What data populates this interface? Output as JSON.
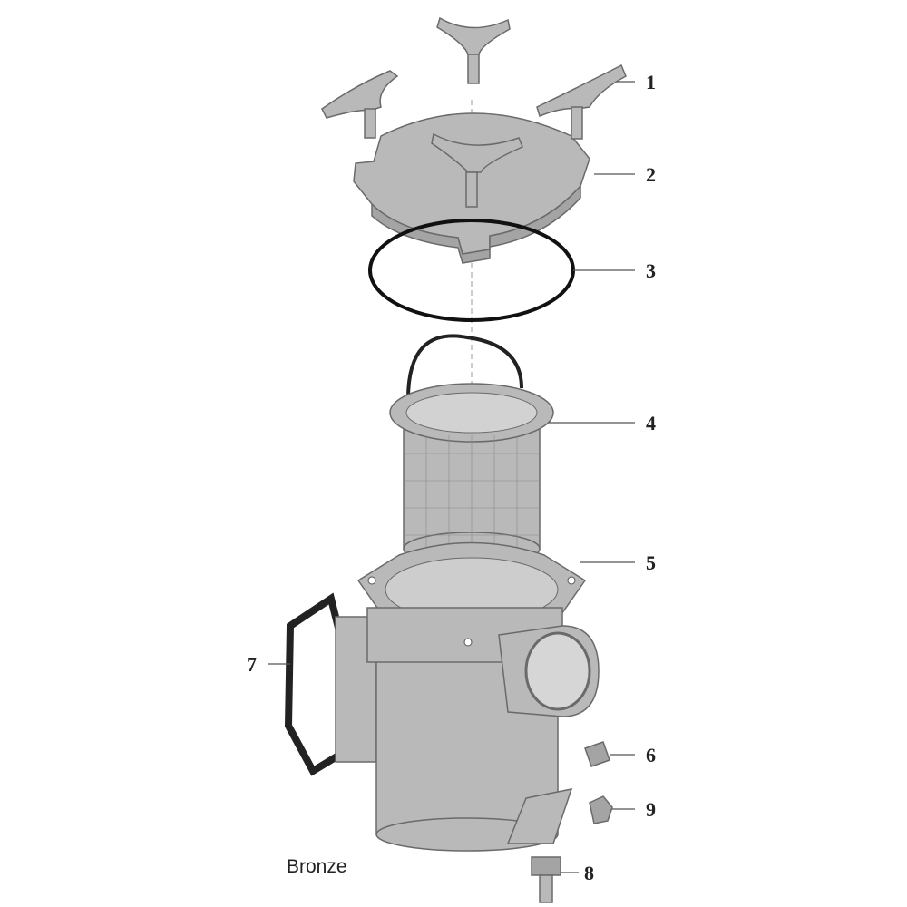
{
  "diagram": {
    "caption": "Bronze",
    "callouts": [
      {
        "id": "1",
        "label": "1"
      },
      {
        "id": "2",
        "label": "2"
      },
      {
        "id": "3",
        "label": "3"
      },
      {
        "id": "4",
        "label": "4"
      },
      {
        "id": "5",
        "label": "5"
      },
      {
        "id": "6",
        "label": "6"
      },
      {
        "id": "7",
        "label": "7"
      },
      {
        "id": "8",
        "label": "8"
      },
      {
        "id": "9",
        "label": "9"
      }
    ],
    "colors": {
      "part": "#b9b9b9",
      "outline": "#6a6a6a",
      "text": "#222222"
    }
  }
}
